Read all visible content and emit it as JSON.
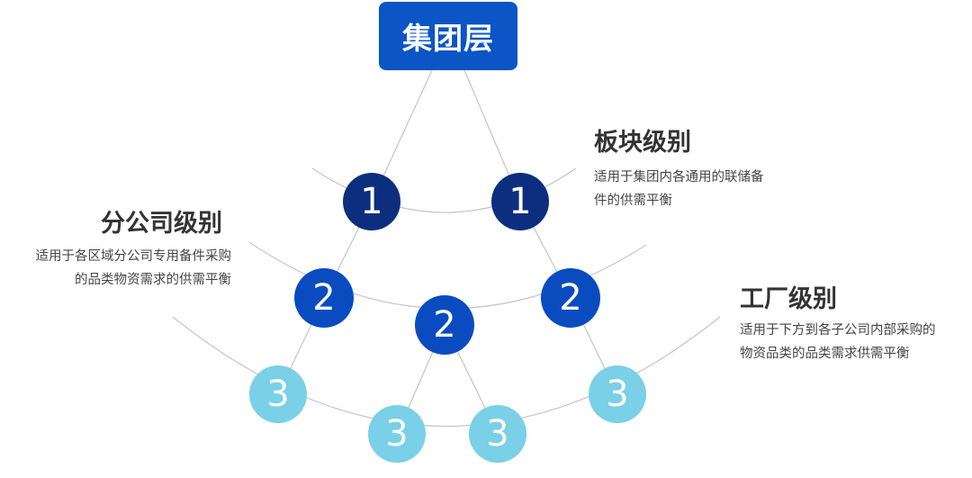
{
  "top_label": "集团层",
  "colors": {
    "box": "#0b55c6",
    "level1": "#0d2e7f",
    "level2": "#0a4cc0",
    "level3": "#7ad0e6",
    "line": "#c8c8c8"
  },
  "nodes": {
    "l1_left": "1",
    "l1_right": "1",
    "l2_left": "2",
    "l2_center": "2",
    "l2_right": "2",
    "l3_a": "3",
    "l3_b": "3",
    "l3_c": "3",
    "l3_d": "3"
  },
  "annotations": {
    "block": {
      "title": "板块级别",
      "lines": [
        "适用于集团内各通用的联储备",
        "件的供需平衡"
      ]
    },
    "branch": {
      "title": "分公司级别",
      "lines": [
        "适用于各区域分公司专用备件采购",
        "的品类物资需求的供需平衡"
      ]
    },
    "factory": {
      "title": "工厂级别",
      "lines": [
        "适用于下方到各子公司内部采购的",
        "物资品类的品类需求供需平衡"
      ]
    }
  }
}
